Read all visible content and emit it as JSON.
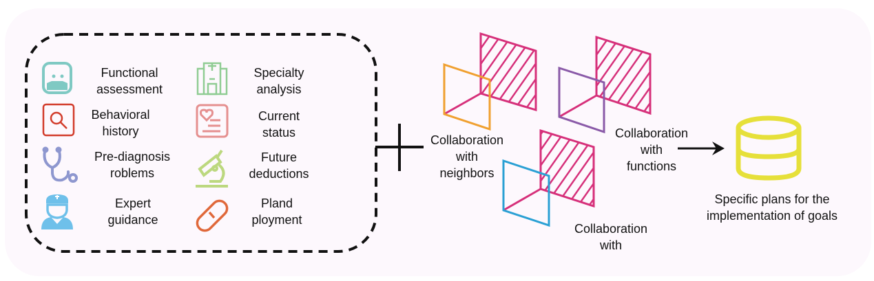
{
  "diagram": {
    "factors_box": {
      "items": [
        {
          "icon": "mask-face-icon",
          "color": "#7fc9c3",
          "label_line1": "Functional",
          "label_line2": "assessment"
        },
        {
          "icon": "magnifier-icon",
          "color": "#d23b2a",
          "label_line1": "Behavioral",
          "label_line2": "history"
        },
        {
          "icon": "stethoscope-icon",
          "color": "#8e97cf",
          "label_line1": "Pre-diagnosis",
          "label_line2": "roblems"
        },
        {
          "icon": "doctor-icon",
          "color": "#6ec0ea",
          "label_line1": "Expert",
          "label_line2": "guidance"
        },
        {
          "icon": "hospital-icon",
          "color": "#8fcc93",
          "label_line1": "Specialty",
          "label_line2": "analysis"
        },
        {
          "icon": "health-record-icon",
          "color": "#e58f8f",
          "label_line1": "Current",
          "label_line2": "status"
        },
        {
          "icon": "microscope-icon",
          "color": "#bcd87f",
          "label_line1": "Future",
          "label_line2": "deductions"
        },
        {
          "icon": "pill-icon",
          "color": "#e0683a",
          "label_line1": "Pland",
          "label_line2": "ployment"
        }
      ]
    },
    "plus_symbol": "+",
    "collaborations": [
      {
        "frame_color": "#f0a030",
        "label_line1": "Collaboration",
        "label_line2": "with",
        "label_line3": "neighbors"
      },
      {
        "frame_color": "#8a5aa8",
        "label_line1": "Collaboration",
        "label_line2": "with",
        "label_line3": "functions"
      },
      {
        "frame_color": "#2aa0d4",
        "label_line1": "Collaboration",
        "label_line2": "with",
        "label_line3": ""
      }
    ],
    "hatched_color": "#d6307a",
    "output": {
      "icon": "database-icon",
      "color": "#e6e03a",
      "label_line1": "Specific plans for the",
      "label_line2": "implementation of goals"
    }
  }
}
